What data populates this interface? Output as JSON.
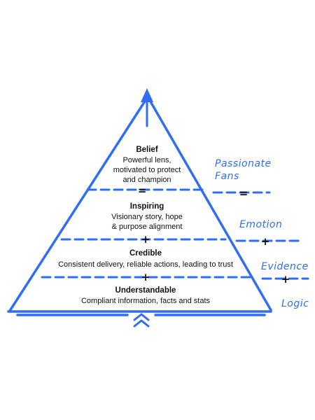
{
  "colors": {
    "accent": "#2f6df2",
    "text": "#111111"
  },
  "tiers": [
    {
      "title": "Belief",
      "lines": [
        "Powerful lens,",
        "motivated to protect",
        "and champion"
      ]
    },
    {
      "title": "Inspiring",
      "lines": [
        "Visionary story, hope",
        "& purpose alignment"
      ]
    },
    {
      "title": "Credible",
      "lines": [
        "Consistent delivery, reliable actions, leading to trust"
      ]
    },
    {
      "title": "Understandable",
      "lines": [
        "Compliant information, facts and stats"
      ]
    }
  ],
  "side_labels": {
    "passionate_line1": "Passionate",
    "passionate_line2": "Fans",
    "emotion": "Emotion",
    "evidence": "Evidence",
    "logic": "Logic"
  },
  "symbols": {
    "equals": "=",
    "plus": "+"
  }
}
